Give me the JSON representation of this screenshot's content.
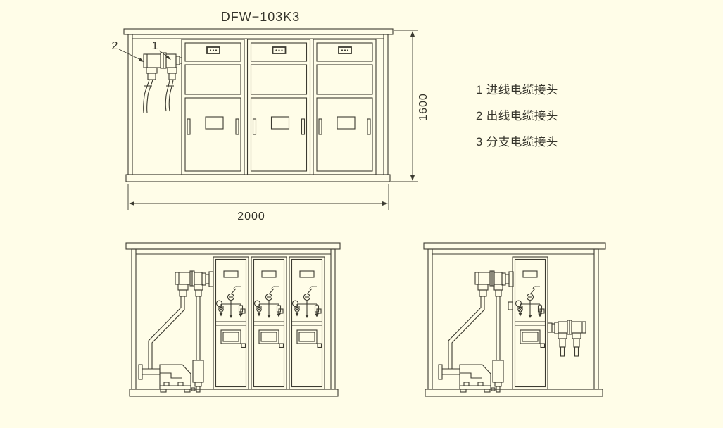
{
  "title": "DFW−103K3",
  "colors": {
    "background": "#FFFDE8",
    "line": "#3C3B31",
    "text": "#35342B"
  },
  "front_view": {
    "callout_2": "2",
    "callout_1": "1",
    "dim_height": "1600",
    "dim_width": "2000"
  },
  "legend": {
    "items": [
      "1 进线电缆接头",
      "2 出线电缆接头",
      "3 分支电缆接头"
    ]
  }
}
